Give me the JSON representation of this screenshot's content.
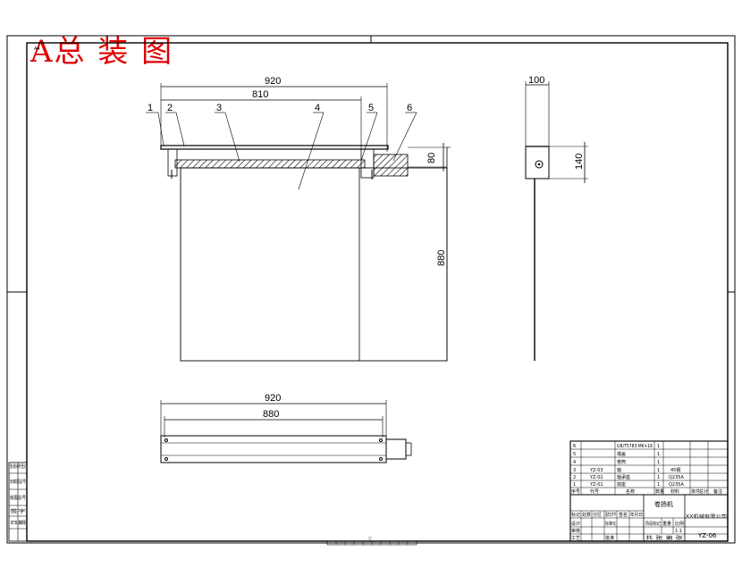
{
  "drawing": {
    "title": "A总 装 图",
    "corner_tag": "A4",
    "drawing_number": "YZ-06",
    "product_name": "卷扬机",
    "company": "XX机械有限公司",
    "bottom_center_mark": "▽",
    "front_view": {
      "overall_width": "920",
      "inner_width": "810",
      "height": "880",
      "flange_height": "80",
      "balloons": [
        "1",
        "2",
        "3",
        "4",
        "5",
        "6"
      ]
    },
    "side_view": {
      "width": "100",
      "height": "140"
    },
    "top_view": {
      "overall_width": "920",
      "inner_width": "880"
    }
  },
  "parts_list": {
    "rows": [
      {
        "no": "6",
        "code": "",
        "name": "GB/T5783 M6×16",
        "qty": "1",
        "material": "",
        "remark": ""
      },
      {
        "no": "5",
        "code": "",
        "name": "端盖",
        "qty": "1",
        "material": "",
        "remark": ""
      },
      {
        "no": "4",
        "code": "",
        "name": "卷筒",
        "qty": "1",
        "material": "",
        "remark": ""
      },
      {
        "no": "3",
        "code": "YZ-03",
        "name": "轴",
        "qty": "1",
        "material": "45钢",
        "remark": ""
      },
      {
        "no": "2",
        "code": "YZ-02",
        "name": "轴承座",
        "qty": "1",
        "material": "Q235A",
        "remark": ""
      },
      {
        "no": "1",
        "code": "YZ-01",
        "name": "底座",
        "qty": "1",
        "material": "Q235A",
        "remark": ""
      }
    ],
    "header": [
      "序号",
      "代号",
      "名称",
      "数量",
      "材料",
      "单件",
      "总计",
      "备注"
    ]
  },
  "title_block": {
    "labels": [
      "标记",
      "处数",
      "分区",
      "更改文件号",
      "签名",
      "年月日",
      "设计",
      "标准化",
      "阶段标记",
      "重量",
      "比例",
      "审核",
      "工艺",
      "批准",
      "共 张 第 张"
    ],
    "scale": "1:1"
  },
  "left_strip": [
    "借(通)用件登记",
    "旧底图总号",
    "底图总号",
    "签字",
    "日期"
  ]
}
